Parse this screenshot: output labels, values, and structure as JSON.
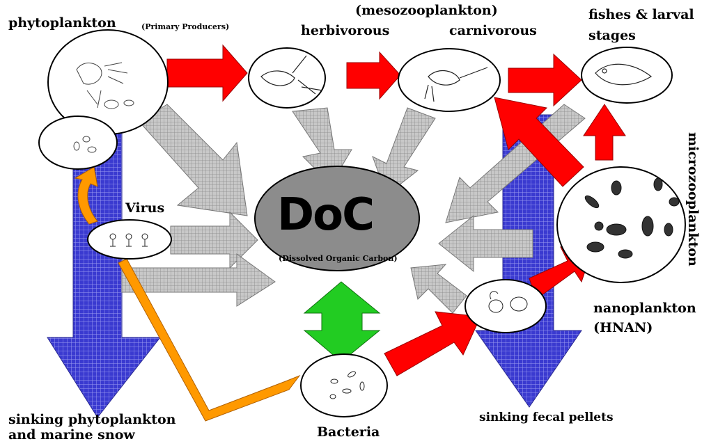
{
  "labels": {
    "phytoplankton": "phytoplankton",
    "primary_producers": "(Primary Producers)",
    "mesozooplankton": "(mesozooplankton)",
    "herbivorous": "herbivorous",
    "carnivorous": "carnivorous",
    "fishes_line1": "fishes & larval",
    "fishes_line2": "stages",
    "microzooplankton": "microzooplankton",
    "virus": "Virus",
    "doc_title": "DoC",
    "doc_subtitle": "(Dissolved Organic Carbon)",
    "nanoplankton_line1": "nanoplankton",
    "nanoplankton_line2": "(HNAN)",
    "sinking_phyto_line1": "sinking phytoplankton",
    "sinking_phyto_line2": "and marine snow",
    "bacteria": "Bacteria",
    "sinking_fecal": "sinking fecal pellets"
  },
  "colors": {
    "red_arrow": "#ff0000",
    "grey_arrow": "#c8c8c8",
    "blue_arrow": "#3a3ad0",
    "green_arrow": "#22cc22",
    "orange_arrow": "#ff9900",
    "doc_fill": "#8c8c8c"
  }
}
